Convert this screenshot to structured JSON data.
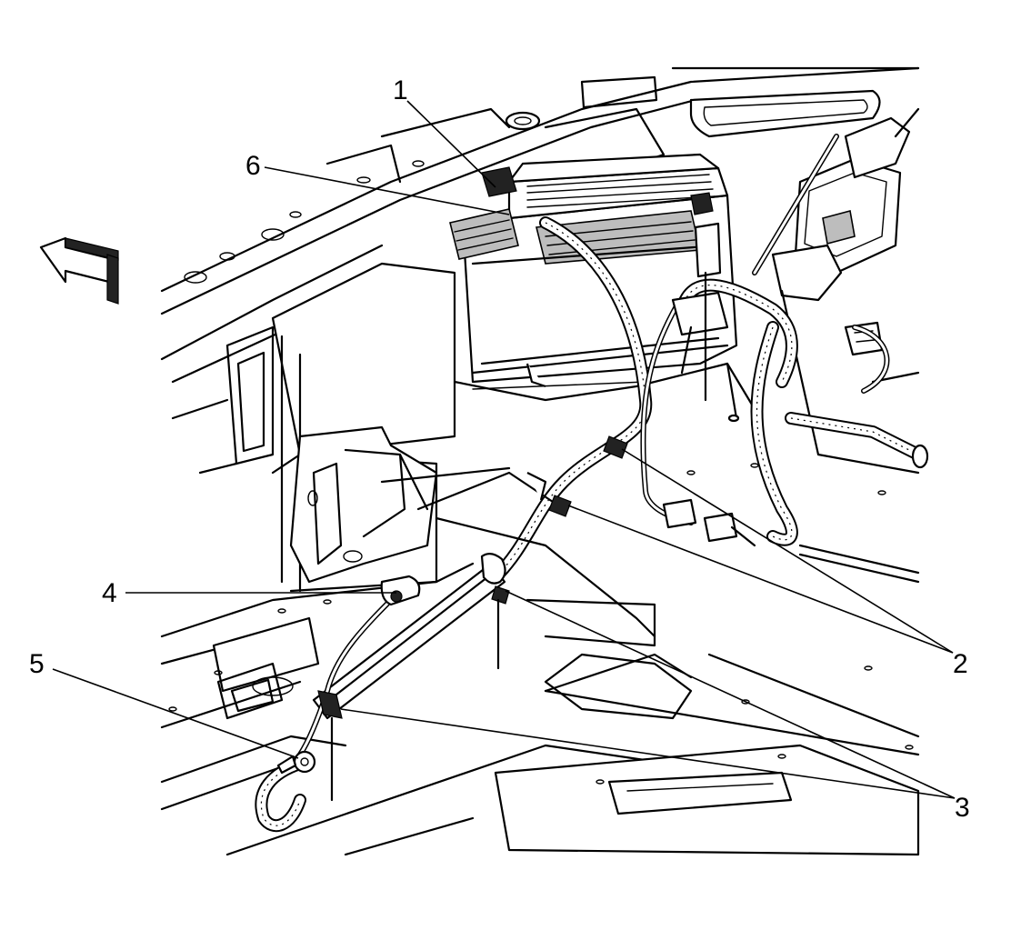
{
  "callouts": [
    {
      "id": "1",
      "label": "1"
    },
    {
      "id": "2",
      "label": "2"
    },
    {
      "id": "3",
      "label": "3"
    },
    {
      "id": "4",
      "label": "4"
    },
    {
      "id": "5",
      "label": "5"
    },
    {
      "id": "6",
      "label": "6"
    }
  ],
  "icons": {
    "direction_arrow": "front-direction-arrow-icon"
  }
}
